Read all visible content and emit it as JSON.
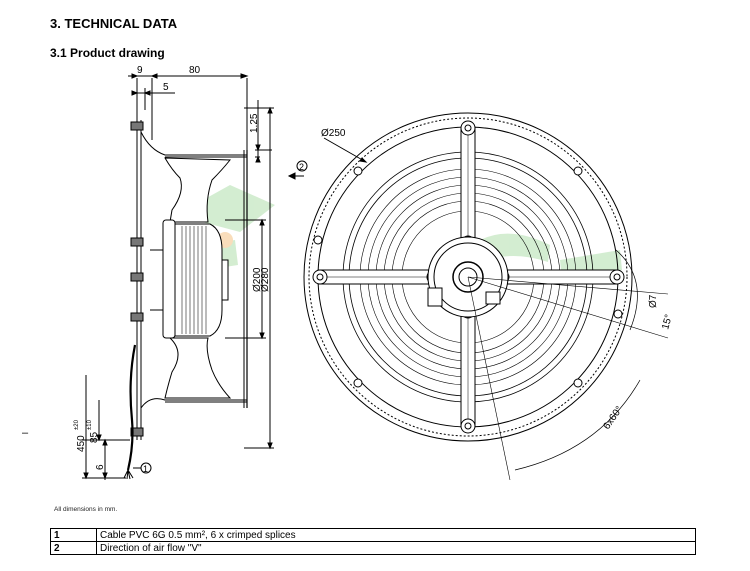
{
  "header": {
    "section_title": "3. TECHNICAL DATA",
    "subsection_title": "3.1 Product drawing"
  },
  "drawing": {
    "side_view": {
      "dim_top_9": "9",
      "dim_top_80": "80",
      "dim_top_5": "5",
      "dim_right_125": "1.25",
      "dim_right_200": "Ø200",
      "dim_right_280": "Ø280",
      "dim_left_450": "450",
      "dim_left_450_tol": "±20",
      "dim_left_85": "85",
      "dim_left_85_tol": "±10",
      "dim_left_6": "6",
      "callout_1": "1"
    },
    "front_view": {
      "dim_250": "Ø250",
      "dim_7": "Ø7",
      "dim_15deg": "15°",
      "dim_6x60": "6x60°",
      "callout_2": "2"
    },
    "watermark_color": "#9fd89a"
  },
  "footnote": "All dimensions in mm.",
  "legend": [
    {
      "num": "1",
      "text": "Cable PVC 6G 0.5 mm², 6 x crimped splices"
    },
    {
      "num": "2",
      "text": "Direction of air flow \"V\""
    }
  ]
}
